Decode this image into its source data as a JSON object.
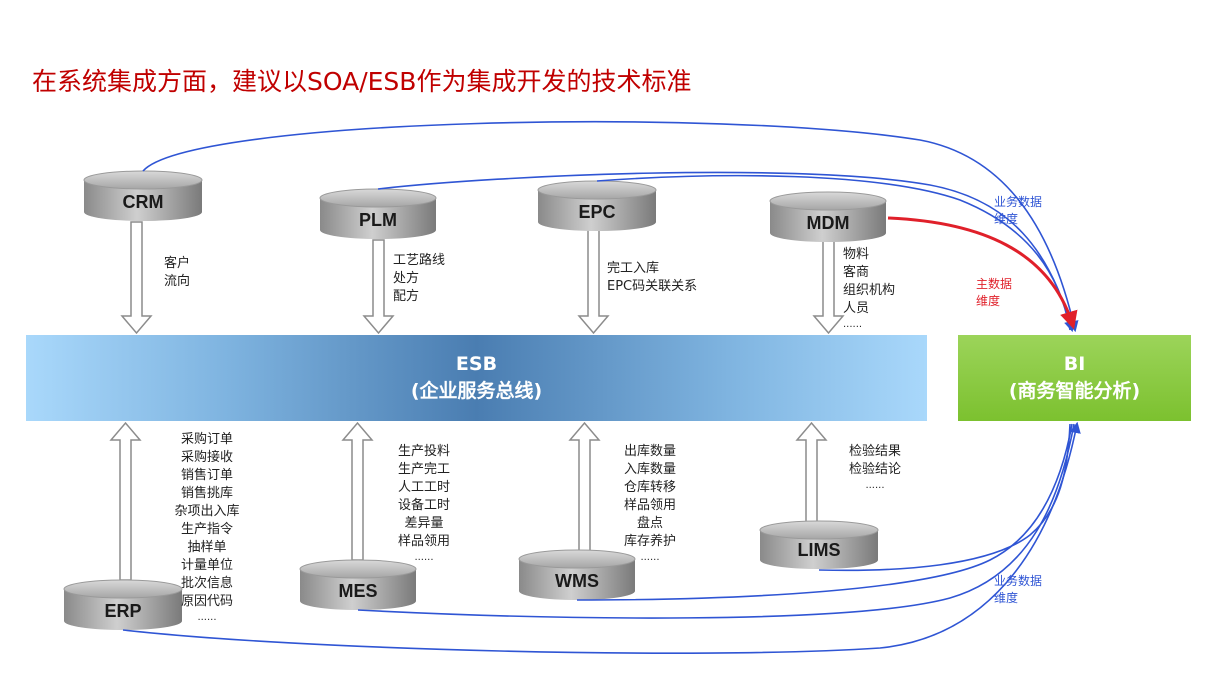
{
  "title": "在系统集成方面，建议以SOA/ESB作为集成开发的技术标准",
  "systems": {
    "crm": "CRM",
    "plm": "PLM",
    "epc": "EPC",
    "mdm": "MDM",
    "erp": "ERP",
    "mes": "MES",
    "wms": "WMS",
    "lims": "LIMS"
  },
  "esb": {
    "line1": "ESB",
    "line2": "(企业服务总线)"
  },
  "bi": {
    "line1": "BI",
    "line2": "(商务智能分析)"
  },
  "labels": {
    "crm": [
      "客户",
      "流向"
    ],
    "plm": [
      "工艺路线",
      "处方",
      "配方"
    ],
    "epc": [
      "完工入库",
      "EPC码关联关系"
    ],
    "mdm": [
      "物料",
      "客商",
      "组织机构",
      "人员",
      "......"
    ],
    "erp": [
      "采购订单",
      "采购接收",
      "销售订单",
      "销售挑库",
      "杂项出入库",
      "生产指令",
      "抽样单",
      "计量单位",
      "批次信息",
      "原因代码",
      "......"
    ],
    "mes": [
      "生产投料",
      "生产完工",
      "人工工时",
      "设备工时",
      "差异量",
      "样品领用",
      "......"
    ],
    "wms": [
      "出库数量",
      "入库数量",
      "仓库转移",
      "样品领用",
      "盘点",
      "库存养护",
      "......"
    ],
    "lims": [
      "检验结果",
      "检验结论",
      "......"
    ]
  },
  "flows": {
    "business_top": [
      "业务数据",
      "维度"
    ],
    "master": [
      "主数据",
      "维度"
    ],
    "business_bottom": [
      "业务数据",
      "维度"
    ]
  },
  "colors": {
    "title": "#c00000",
    "flow_blue": "#2f55d4",
    "flow_red": "#e0202a",
    "bi_green": "#7cc12f"
  }
}
